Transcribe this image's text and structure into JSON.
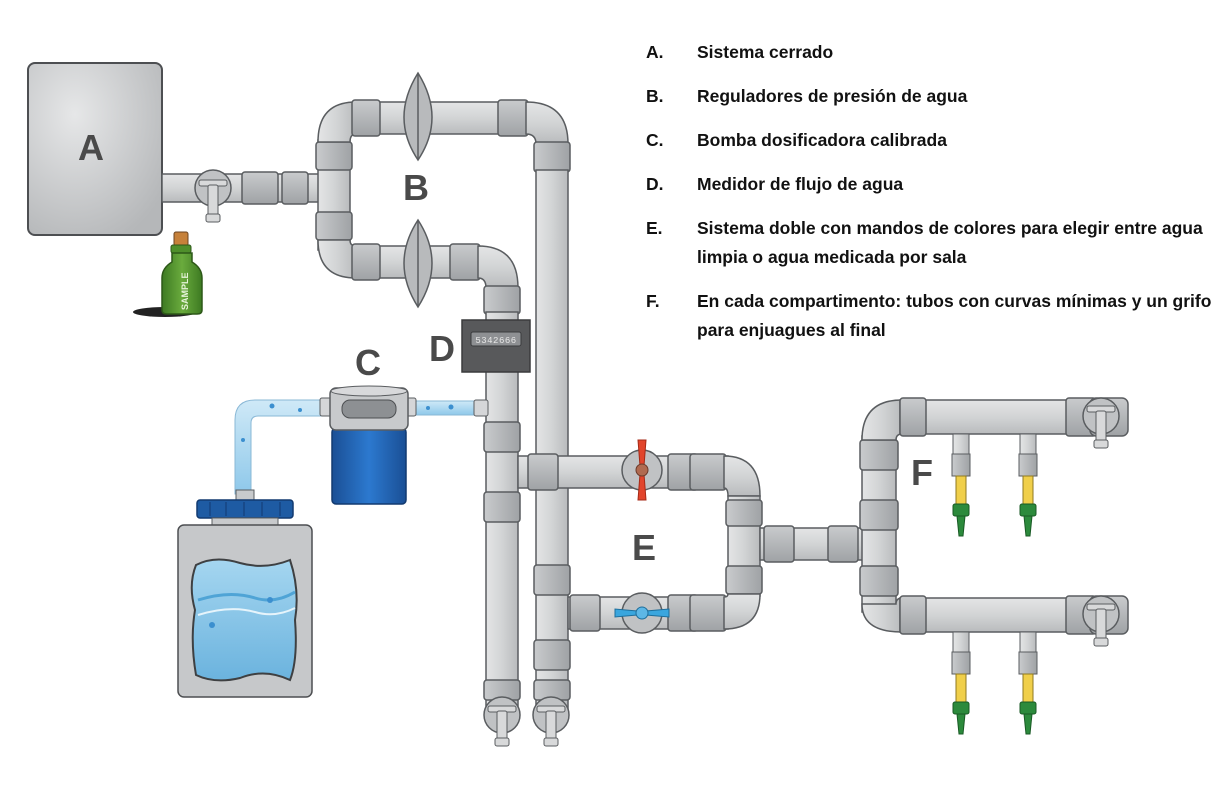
{
  "diagram": {
    "title": "Esquema de sistema de dosificación de agua",
    "component_labels": {
      "a": "A",
      "b": "B",
      "c": "C",
      "d": "D",
      "e": "E",
      "f": "F"
    },
    "sample_bottle_label": "SAMPLE",
    "flow_meter_reading": "5342666",
    "colors": {
      "pipe": "#cfd1d3",
      "pipe_joint": "#b4b7ba",
      "pipe_outline": "#5a5d60",
      "tank_gray": "#c3c5c7",
      "water_blue": "#7fc0e4",
      "pump_blue": "#1f63b3",
      "cap_blue": "#1e5ba3",
      "valve_red": "#e2452c",
      "valve_blue": "#3aa6de",
      "bottle_green": "#4f8f2b",
      "nipple_yellow": "#f0cf4a",
      "nipple_green": "#2c8a3c",
      "meter_dark": "#58595b",
      "label_gray": "#4a4a4a"
    }
  },
  "legend": {
    "items": [
      {
        "key": "A.",
        "text": "Sistema cerrado"
      },
      {
        "key": "B.",
        "text": "Reguladores de presión de agua"
      },
      {
        "key": "C.",
        "text": "Bomba dosificadora calibrada"
      },
      {
        "key": "D.",
        "text": "Medidor de flujo de agua"
      },
      {
        "key": "E.",
        "text": "Sistema doble con mandos de colores para elegir entre agua limpia o agua medicada por sala"
      },
      {
        "key": "F.",
        "text": "En cada compartimento: tubos con curvas mínimas y un grifo para enjuagues al final"
      }
    ]
  }
}
